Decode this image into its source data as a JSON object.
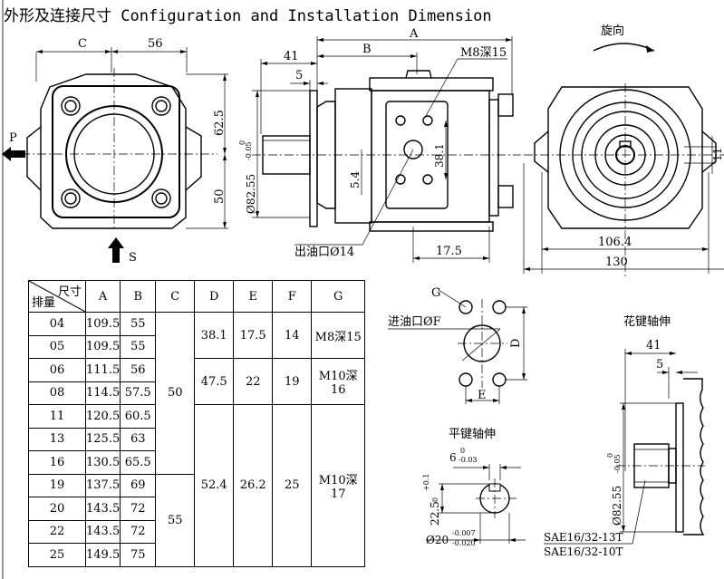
{
  "title": "外形及连接尺寸 Configuration and Installation Dimension",
  "front_view": {
    "label_C": "C",
    "label_56": "56",
    "label_625": "62.5",
    "label_50": "50",
    "label_P": "P",
    "label_S": "S"
  },
  "side_view": {
    "label_A": "A",
    "label_B": "B",
    "label_41": "41",
    "label_5": "5",
    "label_M8": "M8深15",
    "label_381": "38.1",
    "label_54": "5.4",
    "label_diam": "Ø82.55",
    "label_diam_tol_upper": "0",
    "label_diam_tol_lower": "-0.05",
    "label_outlet": "出油口Ø14",
    "label_175": "17.5"
  },
  "rear_view": {
    "label_rotation": "旋向",
    "label_11": "11",
    "label_1064": "106.4",
    "label_130": "130"
  },
  "port_detail": {
    "label_G": "G",
    "label_inlet": "进油口ØF",
    "label_D": "D",
    "label_E": "E"
  },
  "key_shaft": {
    "title": "平键轴伸",
    "label_width": "6",
    "label_width_tol_upper": "0",
    "label_width_tol_lower": "-0.03",
    "label_height": "22.5",
    "label_height_tol_upper": "+0.1",
    "label_height_tol_lower": "0",
    "label_diam": "Ø20",
    "label_diam_tol_upper": "-0.007",
    "label_diam_tol_lower": "-0.020"
  },
  "spline_shaft": {
    "title": "花键轴伸",
    "label_41": "41",
    "label_5": "5",
    "label_diam": "Ø82.55",
    "label_diam_tol_upper": "0",
    "label_diam_tol_lower": "-0.05",
    "label_sae1": "SAE16/32-13T",
    "label_sae2": "SAE16/32-10T"
  },
  "table": {
    "header_top": "尺寸",
    "header_bottom": "排量",
    "columns": [
      "A",
      "B",
      "C",
      "D",
      "E",
      "F",
      "G"
    ],
    "rows": [
      {
        "disp": "04",
        "A": "109.5",
        "B": "55"
      },
      {
        "disp": "05",
        "A": "109.5",
        "B": "55"
      },
      {
        "disp": "06",
        "A": "111.5",
        "B": "56"
      },
      {
        "disp": "08",
        "A": "114.5",
        "B": "57.5"
      },
      {
        "disp": "11",
        "A": "120.5",
        "B": "60.5"
      },
      {
        "disp": "13",
        "A": "125.5",
        "B": "63"
      },
      {
        "disp": "16",
        "A": "130.5",
        "B": "65.5"
      },
      {
        "disp": "19",
        "A": "137.5",
        "B": "69"
      },
      {
        "disp": "20",
        "A": "143.5",
        "B": "72"
      },
      {
        "disp": "22",
        "A": "143.5",
        "B": "72"
      },
      {
        "disp": "25",
        "A": "149.5",
        "B": "75"
      }
    ],
    "C_groups": [
      {
        "rows": 7,
        "value": "50"
      },
      {
        "rows": 4,
        "value": "55"
      }
    ],
    "DEFG_groups": [
      {
        "rows": 2,
        "D": "38.1",
        "E": "17.5",
        "F": "14",
        "G": "M8深15"
      },
      {
        "rows": 2,
        "D": "47.5",
        "E": "22",
        "F": "19",
        "G": "M10深16"
      },
      {
        "rows": 7,
        "D": "52.4",
        "E": "26.2",
        "F": "25",
        "G": "M10深17"
      }
    ]
  }
}
